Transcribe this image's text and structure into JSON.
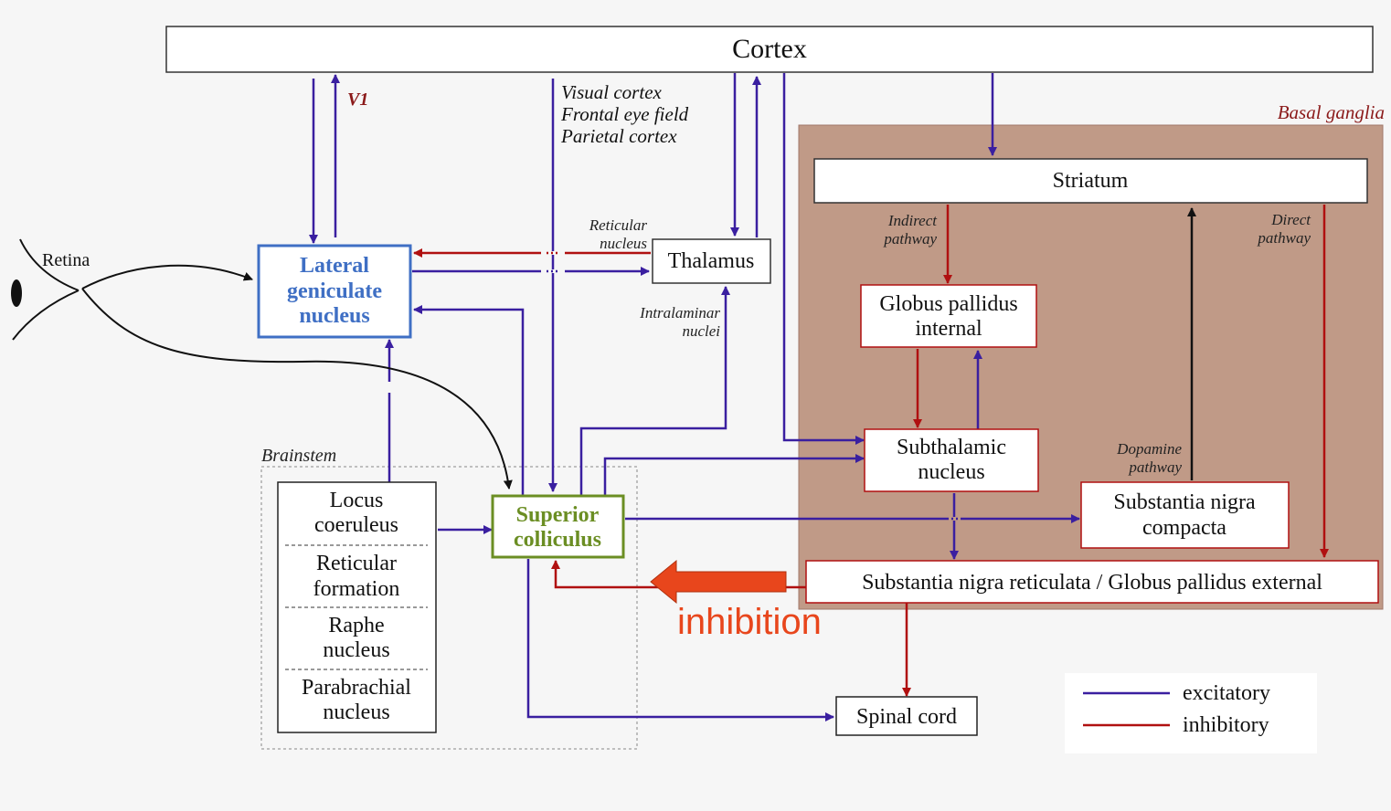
{
  "nodes": {
    "cortex": "Cortex",
    "lgn": [
      "Lateral",
      "geniculate",
      "nucleus"
    ],
    "thalamus": "Thalamus",
    "striatum": "Striatum",
    "gpi": [
      "Globus pallidus",
      "internal"
    ],
    "stn": [
      "Subthalamic",
      "nucleus"
    ],
    "snc": [
      "Substantia nigra",
      "compacta"
    ],
    "snr": "Substantia nigra reticulata / Globus pallidus external",
    "sc": [
      "Superior",
      "colliculus"
    ],
    "spinal": "Spinal cord",
    "lc": [
      "Locus",
      "coeruleus"
    ],
    "rf": [
      "Reticular",
      "formation"
    ],
    "raphe": [
      "Raphe",
      "nucleus"
    ],
    "pb": [
      "Parabrachial",
      "nucleus"
    ]
  },
  "labels": {
    "retina": "Retina",
    "v1": "V1",
    "cortical_areas": [
      "Visual cortex",
      "Frontal eye field",
      "Parietal cortex"
    ],
    "reticular_nucleus": [
      "Reticular",
      "nucleus"
    ],
    "intralaminar": [
      "Intralaminar",
      "nuclei"
    ],
    "basal_ganglia": "Basal ganglia",
    "brainstem": "Brainstem",
    "indirect": [
      "Indirect",
      "pathway"
    ],
    "direct": [
      "Direct",
      "pathway"
    ],
    "dopamine": [
      "Dopamine",
      "pathway"
    ],
    "inhibition": "inhibition"
  },
  "legend": {
    "excitatory": "excitatory",
    "inhibitory": "inhibitory"
  },
  "colors": {
    "excitatory": "#3a1fa0",
    "inhibitory": "#b01010",
    "lgn": "#3f6fc4",
    "sc": "#6b8e23",
    "basal_ganglia_bg": "#c09a87",
    "basal_ganglia_label": "#8b1a1a",
    "inhibition_arrow": "#e8461c"
  }
}
